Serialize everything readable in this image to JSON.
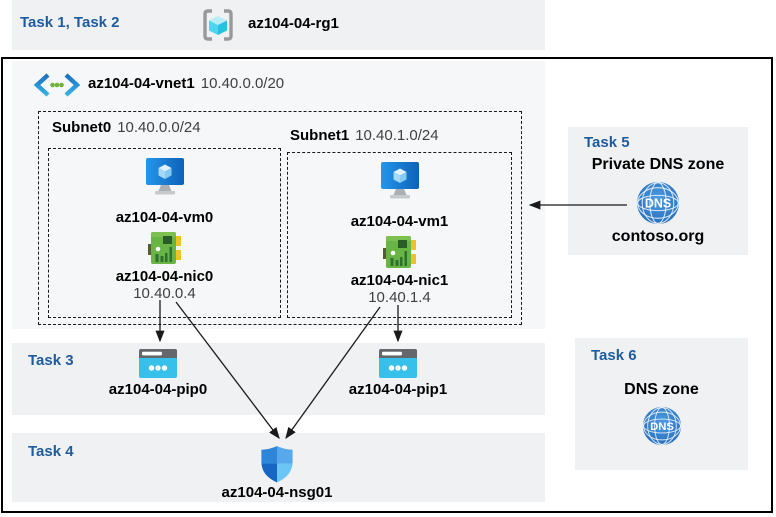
{
  "header": {
    "tasks_label": "Task 1, Task 2",
    "resource_group": "az104-04-rg1"
  },
  "vnet": {
    "name": "az104-04-vnet1",
    "address_space": "10.40.0.0/20",
    "subnets": [
      {
        "name": "Subnet0",
        "cidr": "10.40.0.0/24",
        "vm": "az104-04-vm0",
        "nic": "az104-04-nic0",
        "nic_ip": "10.40.0.4"
      },
      {
        "name": "Subnet1",
        "cidr": "10.40.1.0/24",
        "vm": "az104-04-vm1",
        "nic": "az104-04-nic1",
        "nic_ip": "10.40.1.4"
      }
    ]
  },
  "task3": {
    "label": "Task 3",
    "pip0": "az104-04-pip0",
    "pip1": "az104-04-pip1"
  },
  "task4": {
    "label": "Task 4",
    "nsg": "az104-04-nsg01"
  },
  "task5": {
    "label": "Task 5",
    "heading": "Private DNS zone",
    "zone": "contoso.org",
    "badge": "DNS"
  },
  "task6": {
    "label": "Task 6",
    "heading": "DNS zone",
    "badge": "DNS"
  },
  "colors": {
    "task_label": "#1f5c9e",
    "band_background": "#eff1f2",
    "vnet_background": "#f6f7f8",
    "diagram_border": "#000000",
    "arrow": "#1a1a1a",
    "vm_icon_blue": "#1177d4",
    "nic_icon_green": "#68b546",
    "nic_connector_yellow": "#edc128",
    "pip_icon_cyan": "#36c0ea",
    "pip_titlebar_gray": "#64686c",
    "nsg_shield_blues": [
      "#2e86d8",
      "#57a9ec",
      "#1667c5",
      "#6cc6f5"
    ],
    "dns_icon_blue": "#2f7cc9",
    "rg_cube_cyan": "#4fd4ee",
    "vnet_chevron_blue": "#2488d0",
    "vnet_dots_green": "#71b33e"
  }
}
